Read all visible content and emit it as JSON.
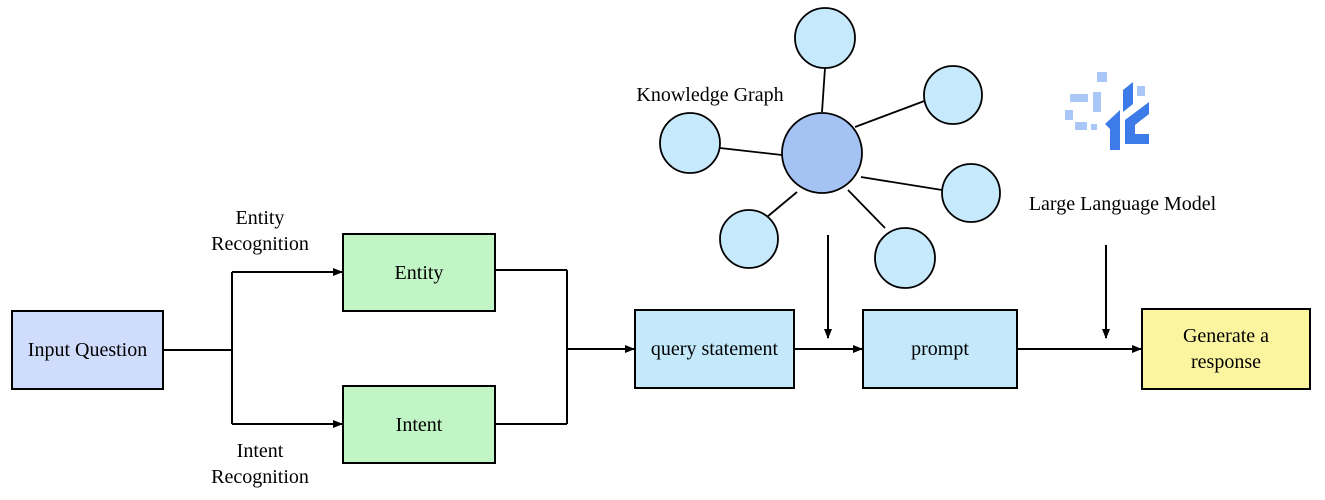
{
  "nodes": {
    "input_question": "Input Question",
    "entity": "Entity",
    "intent": "Intent",
    "query_statement": "query statement",
    "prompt": "prompt",
    "generate_response": "Generate a\nresponse"
  },
  "edge_labels": {
    "entity_recognition": "Entity\nRecognition",
    "intent_recognition": "Intent\nRecognition"
  },
  "labels": {
    "knowledge_graph": "Knowledge Graph",
    "large_language_model": "Large Language Model"
  },
  "icons": {
    "llm_logo": "llm-logo-icon"
  },
  "colors": {
    "input_fill": "#cfdcfb",
    "green_fill": "#c2f5c6",
    "blue_fill": "#c3e9fb",
    "yellow_fill": "#fbf5a0",
    "kg_center_fill": "#a4c2f4",
    "kg_node_fill": "#c6e9fb",
    "logo_light": "#a9c7f7",
    "logo_dark": "#3c7be8"
  }
}
